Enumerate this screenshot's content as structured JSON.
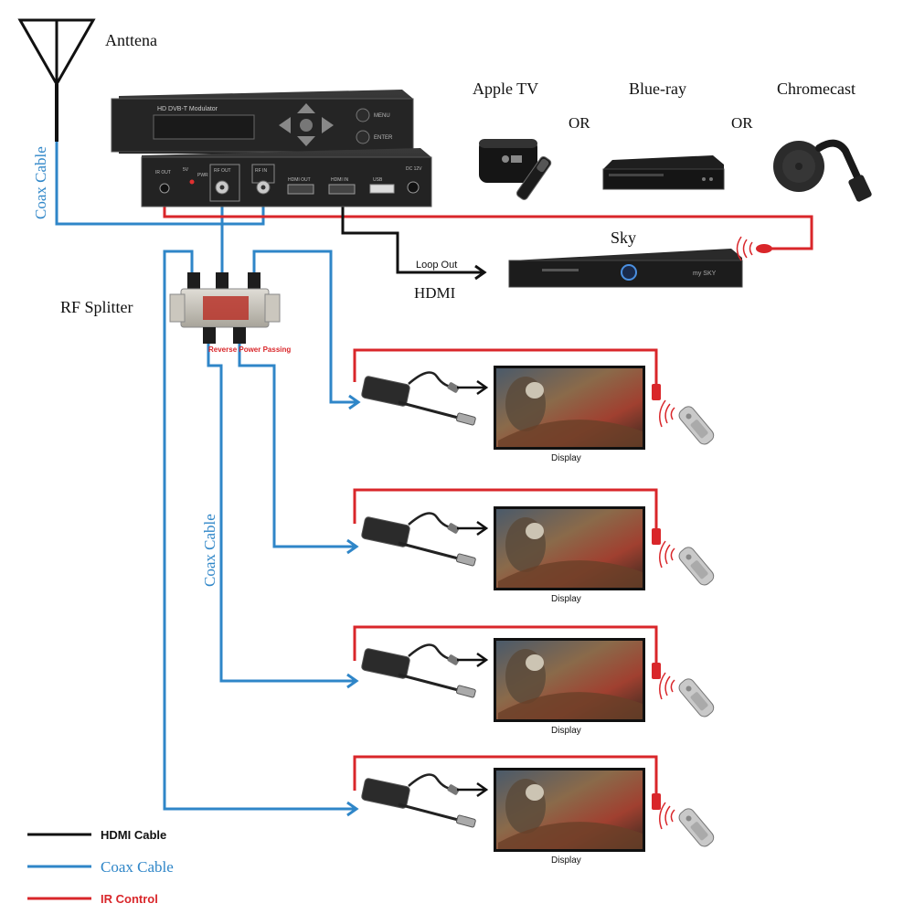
{
  "labels": {
    "antenna": "Anttena",
    "apple_tv": "Apple TV",
    "blu_ray": "Blue-ray",
    "chromecast": "Chromecast",
    "or_1": "OR",
    "or_2": "OR",
    "sky": "Sky",
    "loop_out": "Loop Out",
    "hdmi": "HDMI",
    "rf_splitter": "RF Splitter",
    "reverse_power": "Reverse Power Passing",
    "coax_top": "Coax Cable",
    "coax_mid": "Coax Cable"
  },
  "modulator": {
    "title": "HD DVB-T Modulator",
    "menu": "MENU",
    "enter": "ENTER",
    "ports": {
      "ir_out": "IR OUT",
      "five_v": "5V",
      "pwr": "PWR",
      "rf_out": "RF OUT",
      "rf_in": "RF IN",
      "hdmi_out": "HDMI OUT",
      "hdmi_in": "HDMI IN",
      "usb": "USB",
      "dc": "DC 12V"
    }
  },
  "sky_box_brand": "my SKY",
  "displays": [
    {
      "caption": "Display"
    },
    {
      "caption": "Display"
    },
    {
      "caption": "Display"
    },
    {
      "caption": "Display"
    }
  ],
  "legend": [
    {
      "label": "HDMI Cable",
      "color": "#111111"
    },
    {
      "label": "Coax Cable",
      "color": "#2f86c8"
    },
    {
      "label": "IR Control",
      "color": "#d9262a"
    }
  ],
  "colors": {
    "hdmi": "#111111",
    "coax": "#2f86c8",
    "ir": "#d9262a",
    "device": "#2a2a2a"
  }
}
